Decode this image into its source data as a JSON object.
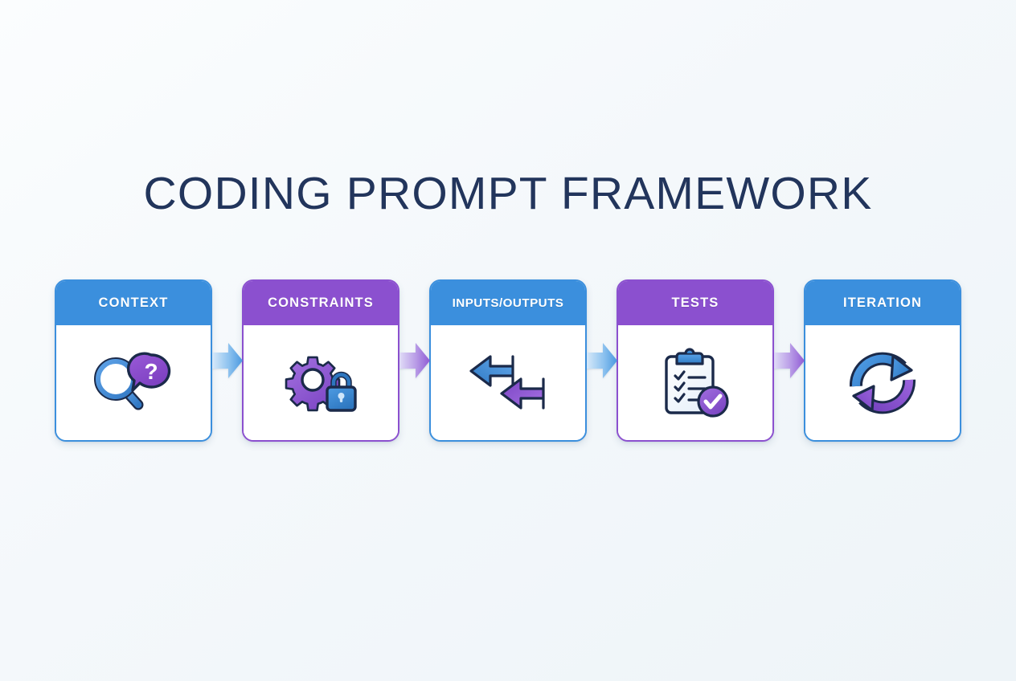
{
  "page": {
    "title": "CODING PROMPT FRAMEWORK",
    "background_color": "#f5f9fb",
    "title_color": "#22355c"
  },
  "theme": {
    "blue": "#3b8fdd",
    "purple": "#8b50cf",
    "outline": "#1b2a4a",
    "card_background": "#ffffff",
    "header_text_color": "#ffffff"
  },
  "flow": {
    "steps": [
      {
        "label": "CONTEXT",
        "accent": "blue",
        "icon": "magnifier-question-icon"
      },
      {
        "label": "CONSTRAINTS",
        "accent": "purple",
        "icon": "gear-lock-icon"
      },
      {
        "label": "INPUTS/OUTPUTS",
        "accent": "blue",
        "icon": "exchange-arrows-icon"
      },
      {
        "label": "TESTS",
        "accent": "purple",
        "icon": "clipboard-check-icon"
      },
      {
        "label": "ITERATION",
        "accent": "blue",
        "icon": "refresh-cycle-icon"
      }
    ],
    "connectors": [
      {
        "name": "arrow-context-to-constraints",
        "color": "blue"
      },
      {
        "name": "arrow-constraints-to-inputs-outputs",
        "color": "purple"
      },
      {
        "name": "arrow-inputs-outputs-to-tests",
        "color": "blue"
      },
      {
        "name": "arrow-tests-to-iteration",
        "color": "purple"
      }
    ]
  }
}
